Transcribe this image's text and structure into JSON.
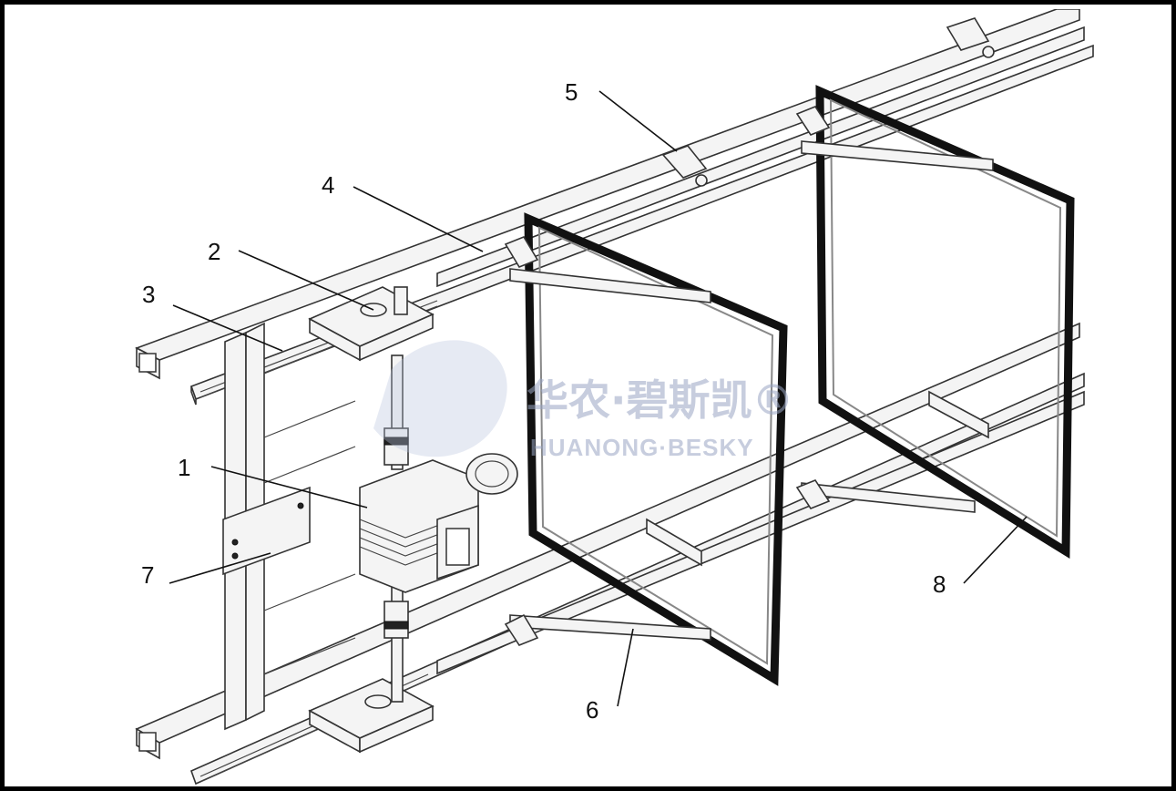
{
  "labels": {
    "l1": "1",
    "l2": "2",
    "l3": "3",
    "l4": "4",
    "l5": "5",
    "l6": "6",
    "l7": "7",
    "l8": "8"
  },
  "watermark": {
    "chinese": "华农·碧斯凯®",
    "english": "HUANONG·BESKY"
  }
}
